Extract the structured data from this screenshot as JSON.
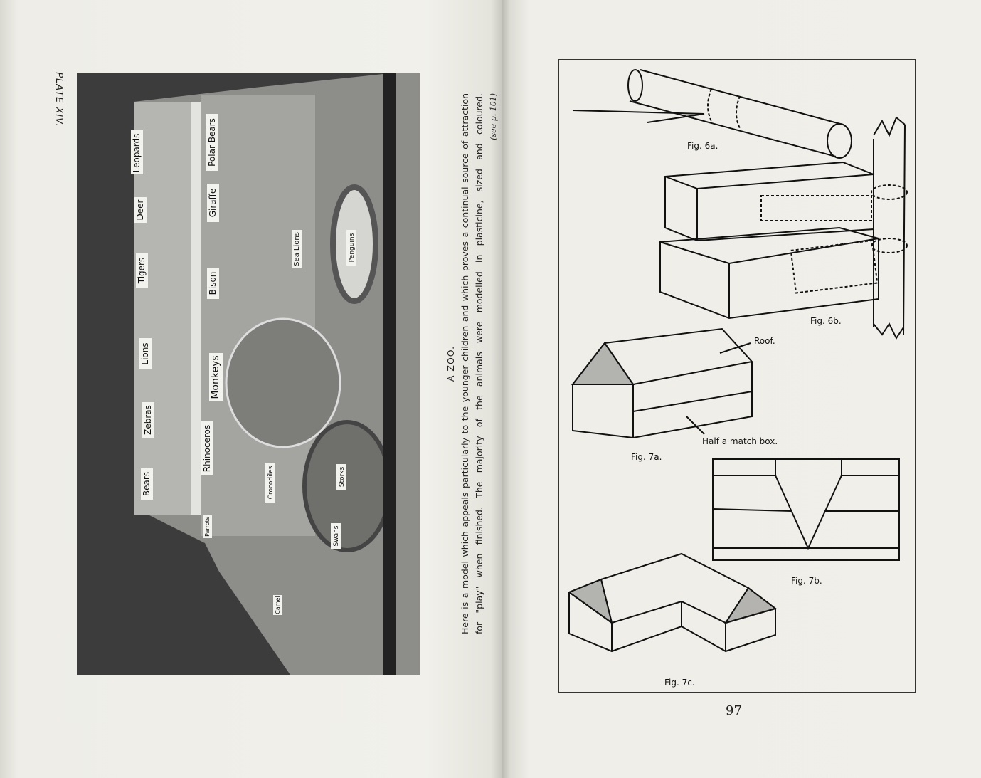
{
  "left_page": {
    "plate_label": "PLATE XIV.",
    "photo_labels": {
      "leopards": "Leopards",
      "deer": "Deer",
      "tigers": "Tigers",
      "lions": "Lions",
      "zebras": "Zebras",
      "bears": "Bears",
      "polar_bears": "Polar Bears",
      "giraffe": "Giraffe",
      "bison": "Bison",
      "monkeys": "Monkeys",
      "rhinoceros": "Rhinoceros",
      "parrots": "Parrots",
      "sea_lions": "Sea Lions",
      "penguins": "Penguins",
      "crocodiles": "Crocodiles",
      "storks": "Storks",
      "swans": "Swans",
      "camel": "Camel"
    },
    "caption": {
      "title": "A ZOO.",
      "line1": "Here is a model which appeals particularly to the younger children and which proves a continual source of attraction",
      "line2": "for \"play\" when finished.   The majority of the animals were modelled in plasticine, sized and coloured.",
      "see_ref": "(see p. 101)"
    }
  },
  "right_page": {
    "figures": {
      "fig6a": "Fig. 6a.",
      "fig6b": "Fig. 6b.",
      "fig7a": "Fig. 7a.",
      "fig7b": "Fig. 7b.",
      "fig7c": "Fig. 7c."
    },
    "annotations": {
      "roof": "Roof.",
      "half_match_box": "Half a match box."
    },
    "page_number": "97"
  }
}
